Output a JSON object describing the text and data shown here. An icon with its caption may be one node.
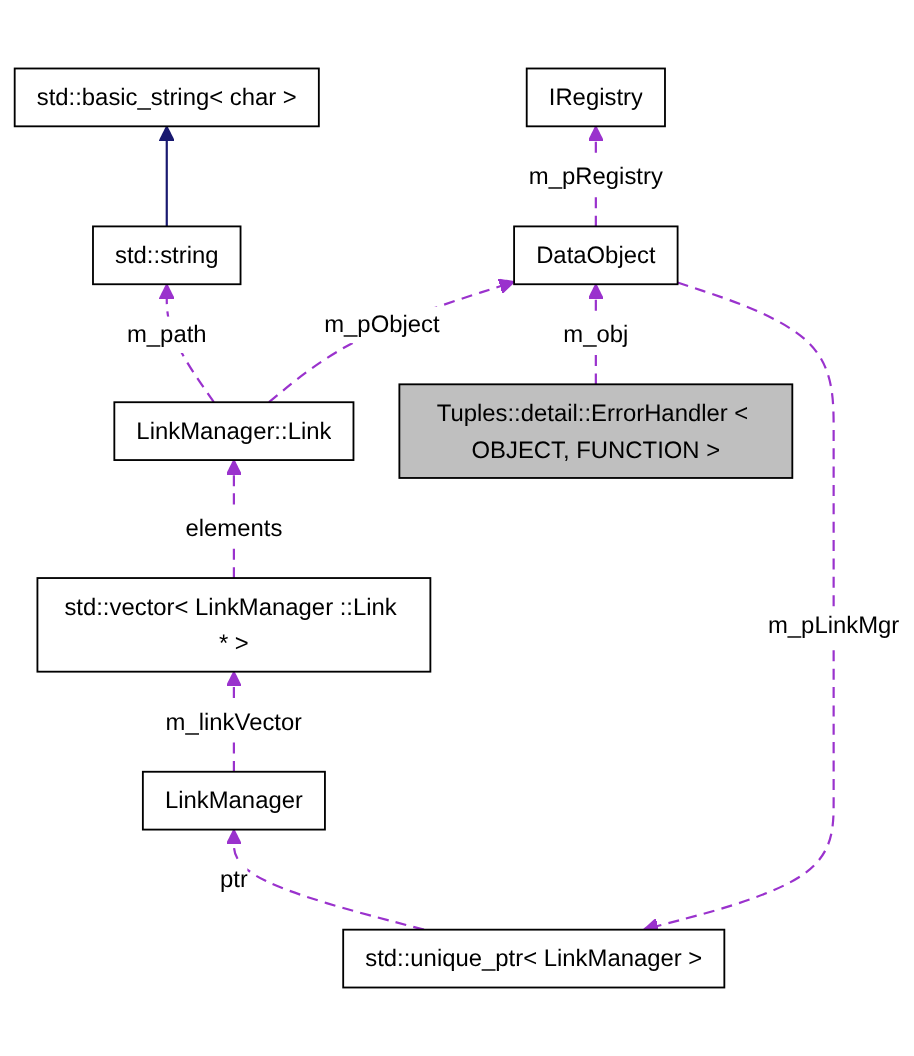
{
  "diagram": {
    "nodes": [
      {
        "text": [
          "std::basic_string< char >"
        ]
      },
      {
        "text": [
          "IRegistry"
        ]
      },
      {
        "text": [
          "std::string"
        ]
      },
      {
        "text": [
          "DataObject"
        ]
      },
      {
        "text": [
          "LinkManager::Link"
        ]
      },
      {
        "text": [
          "Tuples::detail::ErrorHandler < OBJECT, FUNCTION >"
        ]
      },
      {
        "text": [
          "std::vector< LinkManager ::Link * >"
        ]
      },
      {
        "text": [
          "LinkManager"
        ]
      },
      {
        "text": [
          "std::unique_ptr< LinkManager >"
        ]
      }
    ],
    "edges": [
      {
        "from": 2,
        "to": 0,
        "arrow": "to",
        "color": "#191970"
      },
      {
        "from": 3,
        "to": 1,
        "arrow": "to",
        "label": "m_pRegistry",
        "style": "dashed"
      },
      {
        "from": 4,
        "to": 2,
        "arrow": "to",
        "label": "m_path",
        "style": "dashed"
      },
      {
        "from": 4,
        "to": 3,
        "arrow": "to",
        "label": "m_pObject",
        "style": "dashed"
      },
      {
        "from": 5,
        "to": 3,
        "arrow": "to",
        "label": "m_obj",
        "style": "dashed"
      },
      {
        "from": 3,
        "to": 8,
        "arrow": "to",
        "label": "m_pLinkMgr",
        "style": "dashed"
      },
      {
        "from": 6,
        "to": 4,
        "arrow": "to",
        "label": "elements",
        "style": "dashed"
      },
      {
        "from": 7,
        "to": 6,
        "arrow": "to",
        "label": "m_linkVector",
        "style": "dashed"
      },
      {
        "from": 8,
        "to": 7,
        "arrow": "to",
        "label": "ptr",
        "style": "dashed"
      }
    ]
  }
}
